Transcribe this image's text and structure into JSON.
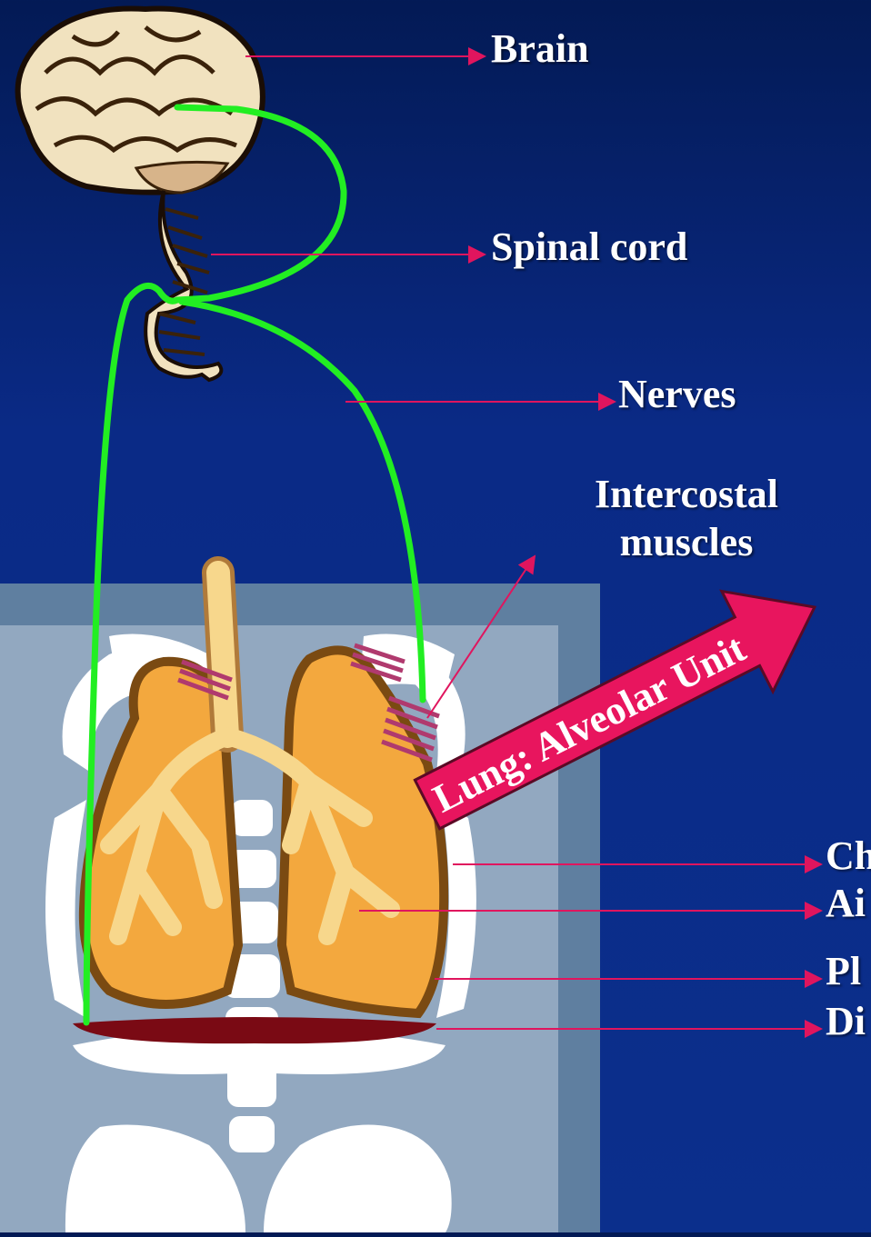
{
  "labels": {
    "brain": "Brain",
    "spinal_cord": "Spinal cord",
    "nerves": "Nerves",
    "intercostal_line1": "Intercostal",
    "intercostal_line2": "muscles",
    "arrow_text": "Lung: Alveolar Unit",
    "chest_wall_partial": "Ch",
    "airways_partial": "Ai",
    "pleura_partial": "Pl",
    "diaphragm_partial": "Di"
  },
  "colors": {
    "background": "#0a2a86",
    "nerve": "#22ee22",
    "pointer": "#e0155e",
    "arrow_fill": "#e8155e",
    "lung": "#f3a83e",
    "airway": "#f7d78c",
    "diaphragm": "#7a0a14",
    "chest_panel_outer": "#5f7fa0",
    "chest_panel_inner": "#92a8c0"
  }
}
